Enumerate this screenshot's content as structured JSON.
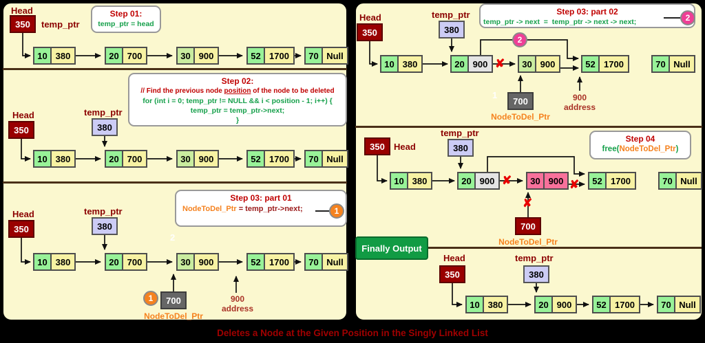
{
  "title": "Deletes a Node at the Given Position in the Singly Linked List",
  "labels": {
    "head": "Head",
    "temp_ptr": "temp_ptr",
    "node_to_del": "NodeToDel_Ptr",
    "head_addr": "350",
    "temp_addr": "380",
    "del_addr": "700",
    "addr_line1": "900",
    "addr_line2": "address",
    "finally_output": "Finally Output",
    "ghost_one": "1",
    "ghost_two": "2"
  },
  "badges": {
    "one": "1",
    "two": "2"
  },
  "steps": {
    "s1": {
      "title": "Step 01:",
      "code": "temp_ptr = head"
    },
    "s2": {
      "title": "Step 02:",
      "comment_pre": "// Find the previous node ",
      "comment_underline": "position",
      "comment_post": " of the node to be deleted",
      "for_line": "for (int i = 0; temp_ptr != NULL && i < position - 1; i++) {",
      "body_line": "temp_ptr = temp_ptr->next;",
      "close_line": "}"
    },
    "s3a": {
      "title": "Step 03: part 01",
      "lhs": "NodeToDel_Ptr",
      "rhs": " = temp_ptr->next;"
    },
    "s3b": {
      "title": "Step 03: part 02",
      "code": "temp_ptr -> next  =  temp_ptr -> next -> next;"
    },
    "s4": {
      "title": "Step 04",
      "pre": "free(",
      "arg": "NodeToDel_Ptr",
      "post": ")"
    }
  },
  "panels": {
    "p1": {
      "nodes": [
        {
          "data": "10",
          "next": "380"
        },
        {
          "data": "20",
          "next": "700"
        },
        {
          "data": "30",
          "next": "900"
        },
        {
          "data": "52",
          "next": "1700"
        },
        {
          "data": "70",
          "next": "Null"
        }
      ]
    },
    "p2": {
      "nodes": [
        {
          "data": "10",
          "next": "380"
        },
        {
          "data": "20",
          "next": "700"
        },
        {
          "data": "30",
          "next": "900"
        },
        {
          "data": "52",
          "next": "1700"
        },
        {
          "data": "70",
          "next": "Null"
        }
      ]
    },
    "p3": {
      "nodes": [
        {
          "data": "10",
          "next": "380"
        },
        {
          "data": "20",
          "next": "700"
        },
        {
          "data": "30",
          "next": "900"
        },
        {
          "data": "52",
          "next": "1700"
        },
        {
          "data": "70",
          "next": "Null"
        }
      ]
    },
    "p4": {
      "nodes": [
        {
          "data": "10",
          "next": "380"
        },
        {
          "data": "20",
          "next": "900"
        },
        {
          "data": "30",
          "next": "900"
        },
        {
          "data": "52",
          "next": "1700"
        },
        {
          "data": "70",
          "next": "Null"
        }
      ]
    },
    "p5": {
      "nodes": [
        {
          "data": "10",
          "next": "380"
        },
        {
          "data": "20",
          "next": "900"
        },
        {
          "data": "30",
          "next": "900"
        },
        {
          "data": "52",
          "next": "1700"
        },
        {
          "data": "70",
          "next": "Null"
        }
      ]
    },
    "p6": {
      "nodes": [
        {
          "data": "10",
          "next": "380"
        },
        {
          "data": "20",
          "next": "900"
        },
        {
          "data": "52",
          "next": "1700"
        },
        {
          "data": "70",
          "next": "Null"
        }
      ]
    }
  }
}
